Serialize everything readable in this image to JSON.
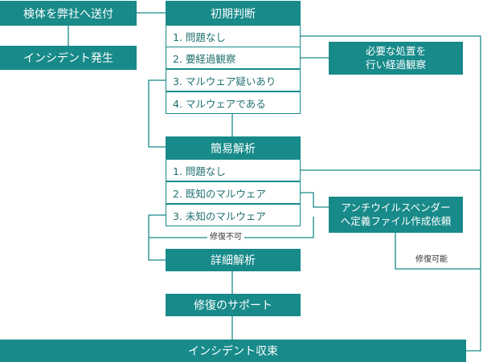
{
  "nodes": {
    "sample_submission": "検体を弊社へ送付",
    "incident_occurs": "インシデント発生",
    "initial": {
      "title": "初期判断",
      "items": [
        "1. 問題なし",
        "2. 要経過観察",
        "3. マルウェア疑いあり",
        "4. マルウェアである"
      ]
    },
    "necessary_action": [
      "必要な処置を",
      "行い経過観察"
    ],
    "simple": {
      "title": "簡易解析",
      "items": [
        "1. 問題なし",
        "2. 既知のマルウェア",
        "3. 未知のマルウェア"
      ]
    },
    "av_vendor": [
      "アンチウイルスベンダー",
      "へ定義ファイル作成依頼"
    ],
    "detailed": "詳細解析",
    "repair_support": "修復のサポート",
    "closure": "インシデント収束"
  },
  "edge_labels": {
    "not_repairable": "修復不可",
    "repairable": "修復可能"
  },
  "colors": {
    "accent": "#188a8a",
    "item_text": "#1f6f6f"
  }
}
